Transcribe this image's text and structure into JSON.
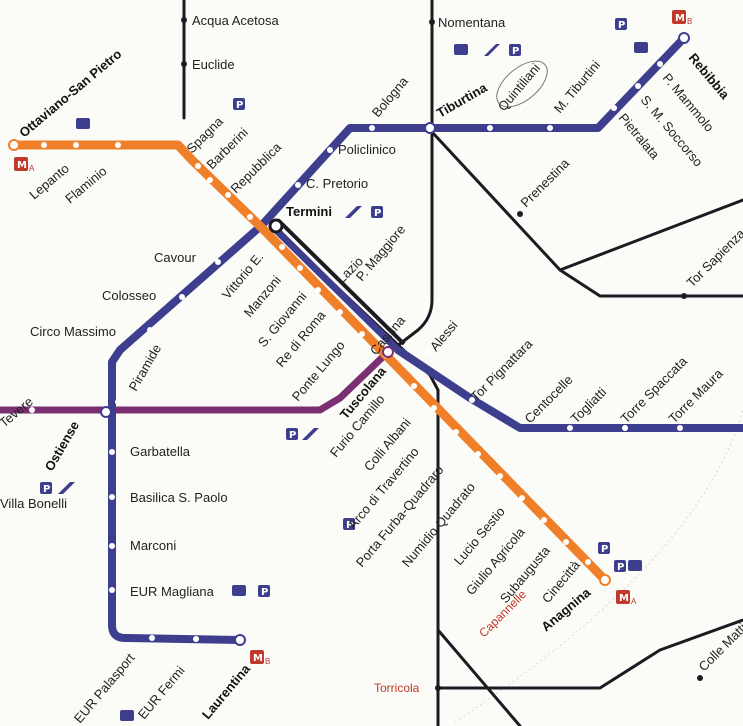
{
  "colors": {
    "line_a": "#f07f2a",
    "line_b": "#3d3f8e",
    "line_c": "#7a2f73",
    "rail": "#1f1a22",
    "metro_badge": "#c0392b"
  },
  "icons": {
    "metro": "M",
    "parking": "P",
    "bus": "bus-icon",
    "train": "train-icon"
  },
  "line_a": {
    "terminus_west": "Ottaviano-San Pietro",
    "terminus_east": "Anagnina",
    "terminus_letter": "A",
    "stations": [
      "Lepanto",
      "Flaminio",
      "Spagna",
      "Barberini",
      "Repubblica",
      "Vittorio E.",
      "Manzoni",
      "S. Giovanni",
      "Re di Roma",
      "Ponte Lungo",
      "Furio Camillo",
      "Colli Albani",
      "Arco di Travertino",
      "Porta Furba-Quadraro",
      "Numidio Quadrato",
      "Lucio Sestio",
      "Giulio Agricola",
      "Subaugusta",
      "Cinecittà",
      "Anagnina"
    ]
  },
  "line_b": {
    "terminus_north": "Rebibbia",
    "terminus_south": "Laurentina",
    "terminus_letter": "B",
    "stations": [
      "Rebibbia",
      "P. Mammolo",
      "S. M. Soccorso",
      "Pietralata",
      "M. Tiburtini",
      "Quintiliani",
      "Tiburtina",
      "Bologna",
      "Policlinico",
      "C. Pretorio",
      "Termini",
      "Cavour",
      "Colosseo",
      "Circo Massimo",
      "Piramide",
      "Garbatella",
      "Basilica S. Paolo",
      "Marconi",
      "EUR Magliana",
      "EUR Palasport",
      "EUR Fermi",
      "Laurentina"
    ]
  },
  "interchanges": [
    "Termini",
    "Tuscolana",
    "Ostiense"
  ],
  "rail_stations": [
    "Acqua Acetosa",
    "Euclide",
    "Nomentana",
    "Prenestina",
    "Tor Sapienza",
    "Tor Pignattara",
    "Centocelle",
    "Togliatti",
    "Torre Spaccata",
    "Torre Maura",
    "Alessi",
    "Lazio",
    "P. Maggiore",
    "Casilina",
    "Capannelle",
    "Torricola",
    "Colle Mattia",
    "Tevere",
    "Villa Bonelli"
  ]
}
